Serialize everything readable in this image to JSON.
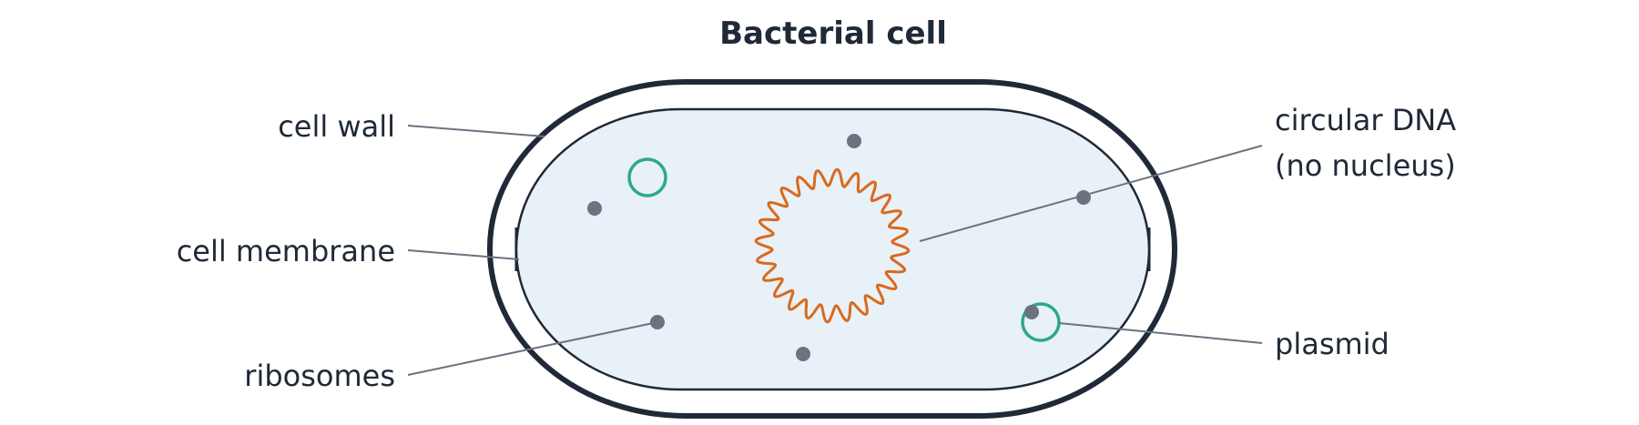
{
  "title": "Bacterial cell",
  "labels": {
    "cell_wall": "cell wall",
    "cell_membrane": "cell membrane",
    "ribosomes": "ribosomes",
    "dna_line1": "circular DNA",
    "dna_line2": "(no nucleus)",
    "plasmid": "plasmid"
  },
  "colors": {
    "outline": "#1f2937",
    "cytoplasm": "#e9f1f8",
    "dna": "#d96a1d",
    "plasmid": "#2ca98c",
    "ribosome": "#6b7280",
    "leader": "#6b7280"
  }
}
